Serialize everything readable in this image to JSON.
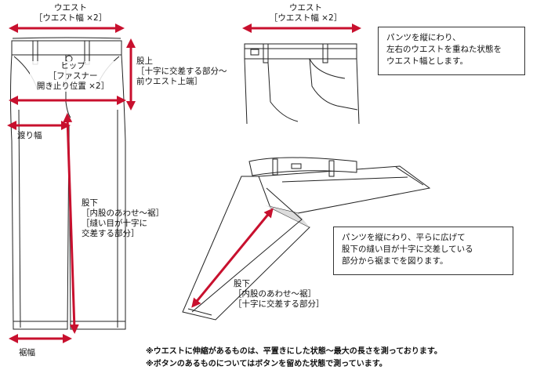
{
  "labels": {
    "waist_left_line1": "ウエスト",
    "waist_left_line2": "［ウエスト幅 ×2］",
    "waist_right_line1": "ウエスト",
    "waist_right_line2": "［ウエスト幅 ×2］",
    "hip_line1": "ヒップ",
    "hip_line2": "［ファスナー",
    "hip_line3": "開き止り位置 ×2］",
    "rise_line1": "股上",
    "rise_line2": "［十字に交差する部分～",
    "rise_line3": "前ウエスト上端］",
    "thigh": "渡り幅",
    "inseam_left_line1": "股下",
    "inseam_left_line2": "［内股のあわせ～裾］",
    "inseam_left_line3": "［縫い目が十字に",
    "inseam_left_line4": "交差する部分］",
    "hem": "裾幅",
    "inseam_right_line1": "股下",
    "inseam_right_line2": "［内股のあわせ～裾］",
    "inseam_right_line3": "［十字に交差する部分］"
  },
  "boxes": {
    "waist_box_line1": "パンツを縦にわり、",
    "waist_box_line2": "左右のウエストを重ねた状態を",
    "waist_box_line3": "ウエスト幅とします。",
    "inseam_box_line1": "パンツを縦にわり、平らに広げて",
    "inseam_box_line2": "股下の縫い目が十字に交差している",
    "inseam_box_line3": "部分から裾までを図ります。"
  },
  "notes": {
    "note1": "※ウエストに伸縮があるものは、平置きにした状態～最大の長さを測っております。",
    "note2": "※ボタンのあるものについてはボタンを留めた状態で測っています。"
  },
  "colors": {
    "arrow": "#c8102e",
    "line": "#222222"
  }
}
